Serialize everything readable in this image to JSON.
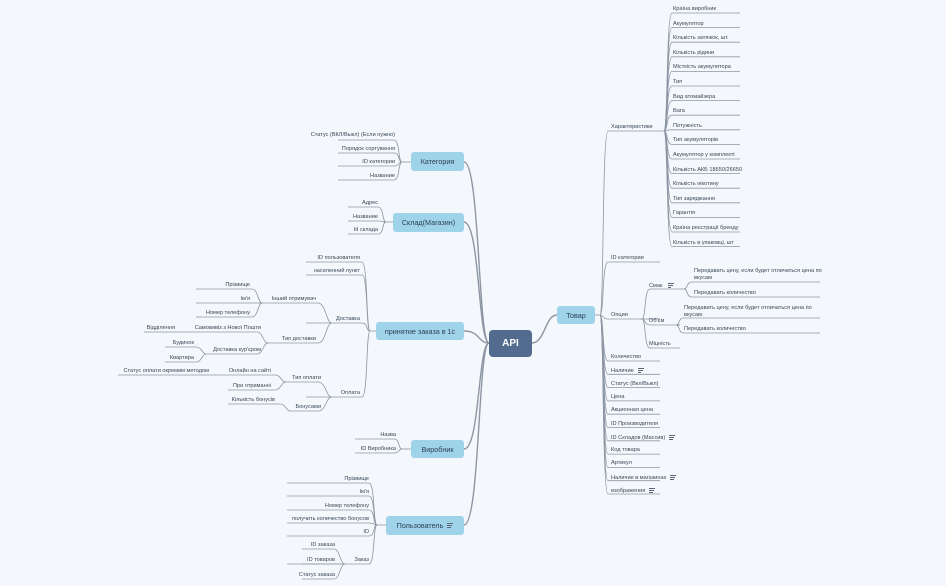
{
  "root": "API",
  "left": {
    "kategoriya": {
      "title": "Категория",
      "items": [
        "Статус (ВКЛ/Выкл) (Если нужно)",
        "Порядок сортування",
        "ID категории",
        "Название"
      ]
    },
    "sklad": {
      "title": "Склад(Магазин)",
      "items": [
        "Адрес",
        "Название",
        "Id склада"
      ]
    },
    "zakaz": {
      "title": "принятие заказа в 1с",
      "id_polzovatelya": "ID пользователя",
      "naselenny_punkt": "населенний пункт",
      "dostavka": "Доставка",
      "inshiy": "Інший отримувач",
      "inshiy_items": [
        "Прізвище",
        "Ім'я",
        "Номер телефону"
      ],
      "tip_dostavki": "Тип доставки",
      "samovyvoz": "Самовивіз з Нової Пошти",
      "viddilennya": "Відділення",
      "kurier": "Доставка кур'єром",
      "kurier_items": [
        "Будинок",
        "Квартира"
      ],
      "oplata": "Оплата",
      "tip_oplaty": "Тип оплати",
      "online": "Онлайн на сайті",
      "status_oplaty": "Статус оплати окремим методом",
      "pri_otrim": "При отриманні",
      "bonusy": "Бонусами",
      "kol_bonusov": "Кількість бонусів"
    },
    "vyrobnyk": {
      "title": "Виробник",
      "items": [
        "Назва",
        "ID Виробника"
      ]
    },
    "polzovatel": {
      "title": "Пользователь",
      "items": [
        "Прізвище",
        "Ім'я",
        "Номер телефону",
        "получить количество бонусов",
        "ID"
      ],
      "zakaz": "Заказ",
      "zakaz_items": [
        "ID заказа",
        "ID товаров",
        "Статус заказа"
      ]
    }
  },
  "right": {
    "tovar": {
      "title": "Товар",
      "harakteristiki": "Характеристики",
      "harakteristiki_items": [
        "Країна виробник",
        "Акумулятор",
        "Кількість затяжок, шт.",
        "Кількість рідини",
        "Місткість акумулятора",
        "Тип",
        "Вид атомайзера",
        "Вага",
        "Потужність",
        "Тип акумуляторів",
        "Акумулятор у комплекті",
        "Кількість АКБ 18650/26650",
        "Кількість нікотину",
        "Тип заряджання",
        "Гарантія",
        "Країна реєстрації бренду",
        "Кількість в упаковці, шт"
      ],
      "id_kategorii": "ID категории",
      "opcii": "Опции",
      "smak": "Смак",
      "obem": "Об'єм",
      "smak_price": "Передавать цену, если будет отличаться цена по вкусам",
      "smak_qty": "Передавать количество",
      "obem_price": "Передавать цену, если будет отличаться цена по вкусам",
      "obem_qty": "Передавать количество",
      "mitsnist": "Міцність",
      "items": [
        "Количество",
        "Наличие",
        "Статус (Вкл/Выкл)",
        "Цена",
        "Акционная цена",
        "ID Производителя",
        "ID Складов (Масcив)",
        "Код товара",
        "Артикул",
        "Наличие в магазинах",
        "изображения"
      ]
    }
  }
}
